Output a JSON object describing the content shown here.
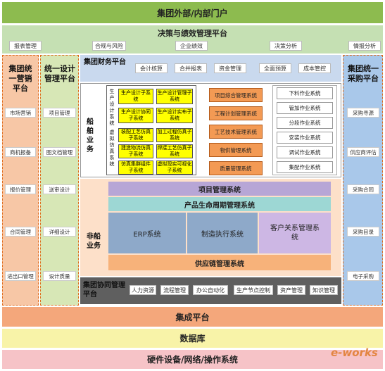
{
  "portal": "集团外部/内部门户",
  "decision": {
    "title": "决策与绩效管理平台",
    "items": [
      "报表管理",
      "合规与风险",
      "企业绩效",
      "决策分析",
      "情报分析"
    ]
  },
  "marketing": {
    "title": "集团统一营销平台",
    "items": [
      "市场营销",
      "商机报备",
      "报价管理",
      "合同管理",
      "进出口管理"
    ]
  },
  "design": {
    "title": "统一设计管理平台",
    "items": [
      "项目管理",
      "图文档管理",
      "送审设计",
      "详细设计",
      "设计质量"
    ]
  },
  "procurement": {
    "title": "集团统一采购平台",
    "items": [
      "采购寻源",
      "供应商评估",
      "采购合同",
      "采购目录",
      "电子采购"
    ]
  },
  "finance": {
    "title": "集团财务平台",
    "items": [
      "会计核算",
      "合并报表",
      "资金管理",
      "全面预算",
      "成本管控"
    ]
  },
  "ship": {
    "label": "船舶业务",
    "design_label": "生产设计系统",
    "virtual_label": "虚拟仿真系统",
    "design_boxes": [
      "生产设计子系统",
      "生产设计管理子系统",
      "生产设计协同子系统",
      "生产设计实布子系统"
    ],
    "virtual_boxes": [
      "装配工艺仿真子系统",
      "加工过程仿真子系统",
      "建造物流仿真子系统",
      "焊接工艺仿真子系统",
      "仿真集群组件子系统",
      "虚拟现实可视化子系统"
    ],
    "mgmt_boxes": [
      "项目综合管理系统",
      "工程计划管理系统",
      "工艺技术管理系统",
      "物供管理系统",
      "质量管理系统"
    ],
    "work_boxes": [
      "下料作业系统",
      "管加作业系统",
      "分段作业系统",
      "安装作业系统",
      "调试作业系统",
      "集配作业系统"
    ]
  },
  "nonship": {
    "label": "非船业务",
    "project": "项目管理系统",
    "plm": "产品生命周期管理系统",
    "erp": "ERP系统",
    "mes": "制造执行系统",
    "crm": "客户关系管理系统",
    "scm": "供应链管理系统"
  },
  "collab": {
    "title": "集团协同管理平台",
    "items": [
      "人力资源",
      "流程管理",
      "办公自动化",
      "生产节点控制",
      "资产管理",
      "知识管理"
    ]
  },
  "integration": "集成平台",
  "database": "数据库",
  "infrastructure": "硬件设备/网络/操作系统",
  "watermark": "e-works",
  "colors": {
    "portal": "#8dbb4f",
    "decision": "#c5e0b3",
    "marketing": "#f7c7a6",
    "design": "#d7e7b6",
    "procurement": "#a9c8ea",
    "finance": "#c9d9ee",
    "ship": "#ffffff",
    "nonship": "#fde0c9",
    "project": "#b7a6d6",
    "plm": "#9dd7d4",
    "erp": "#8ea9c9",
    "crm": "#cdb7e4",
    "scm": "#f7b27a",
    "collab": "#5f5f5f",
    "integration": "#f4a77b",
    "database": "#f8f3a8",
    "infrastructure": "#f6c3c7"
  }
}
